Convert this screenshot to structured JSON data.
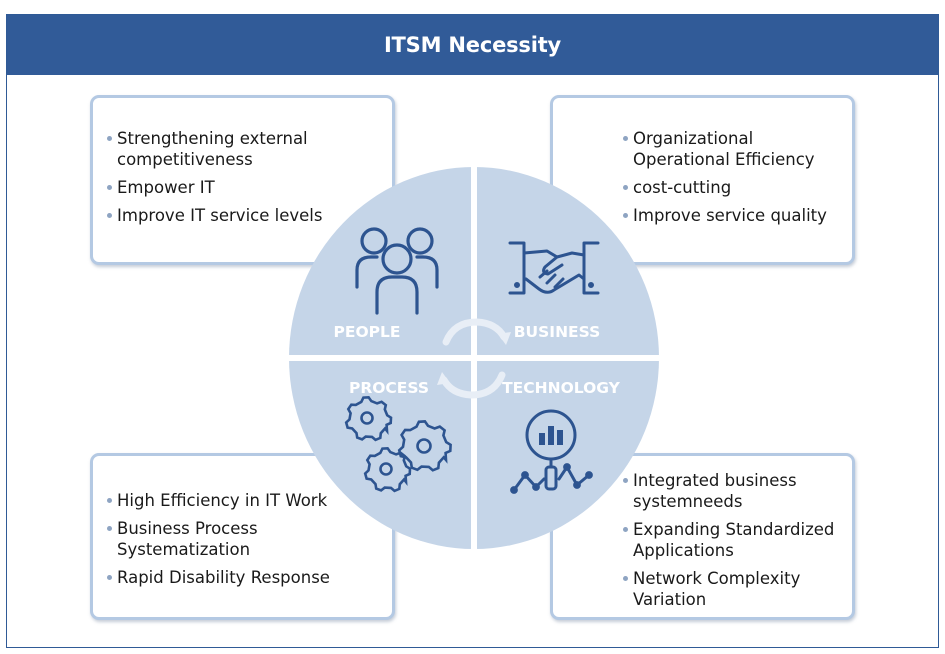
{
  "title": "ITSM Necessity",
  "quadrants": {
    "people": {
      "label": "PEOPLE",
      "icon": "people-icon",
      "items": [
        "Strengthening external competitiveness",
        "Empower IT",
        "Improve IT service levels"
      ]
    },
    "business": {
      "label": "BUSINESS",
      "icon": "handshake-icon",
      "items": [
        "Organizational Operational Efficiency",
        "cost-cutting",
        "Improve service quality"
      ]
    },
    "process": {
      "label": "PROCESS",
      "icon": "gears-icon",
      "items": [
        "High Efficiency in IT Work",
        "Business Process Systematization",
        "Rapid Disability Response"
      ]
    },
    "technology": {
      "label": "TECHNOLOGY",
      "icon": "magnifier-chart-icon",
      "items": [
        "Integrated business systemneeds",
        "Expanding Standardized Applications",
        "Network Complexity Variation"
      ]
    }
  },
  "colors": {
    "header": "#315b98",
    "quadrant_fill": "#c5d5e8",
    "icon_stroke": "#2d5490",
    "box_border": "#b4c9e3"
  }
}
